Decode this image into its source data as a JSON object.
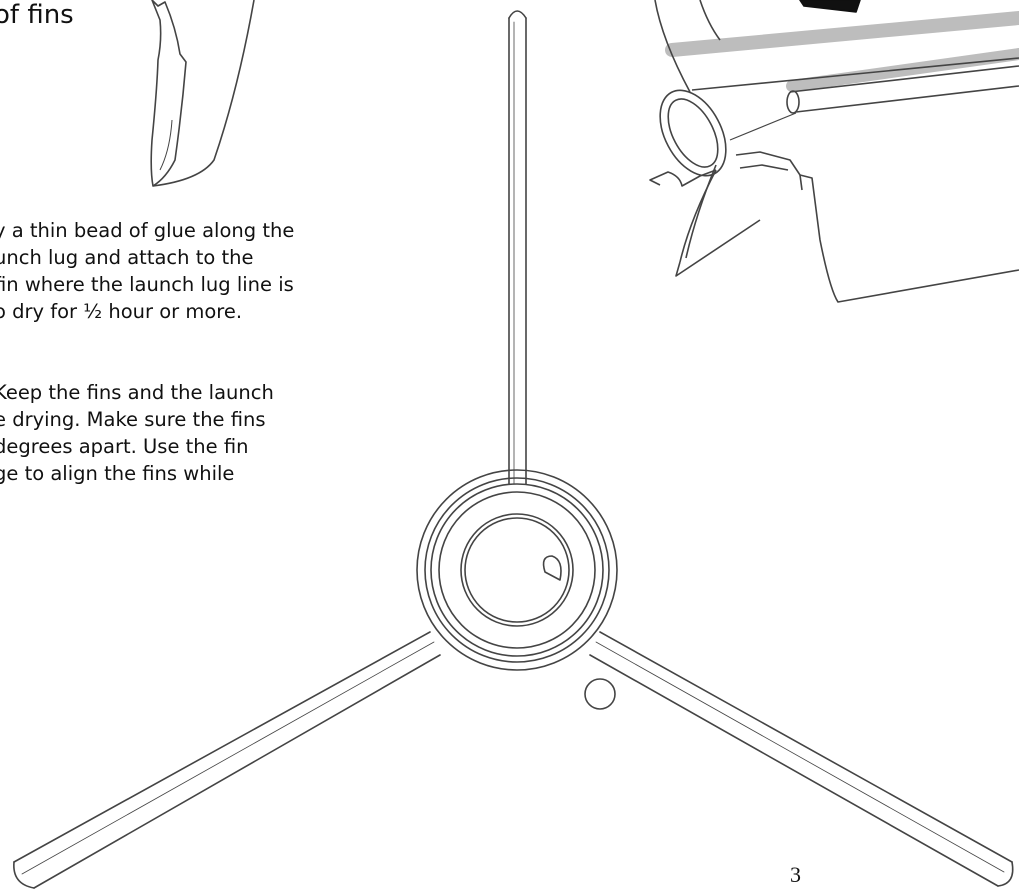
{
  "heading": {
    "text": "of fins"
  },
  "step_glue": {
    "lines": [
      "y a thin bead of glue along the",
      "unch lug and attach to the",
      "fin where the launch lug line is",
      "o dry for ½ hour or more."
    ]
  },
  "step_align": {
    "lines": [
      "Keep the fins and the launch",
      "e drying. Make sure the fins",
      " degrees apart. Use the fin",
      "ge to align the fins while"
    ]
  },
  "page_number": "3",
  "illustrations": {
    "fin_sketch": "fin-outline",
    "rocket_body": "rocket-body-with-launch-lug",
    "fin_alignment_guide": "fin-alignment-guide-top-view"
  },
  "colors": {
    "ink": "#111111",
    "line": "#444444",
    "shade": "#bdbdbd",
    "background": "#ffffff"
  }
}
